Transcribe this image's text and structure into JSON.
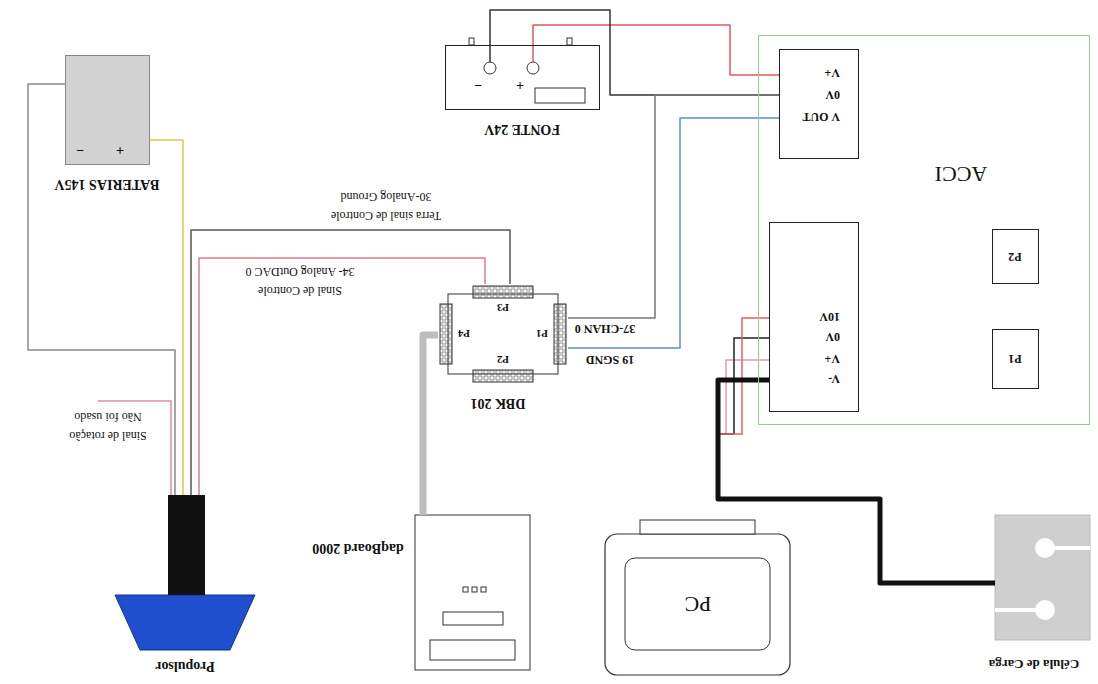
{
  "diagram": {
    "nodes": [
      {
        "text": [
          "ACCI"
        ]
      },
      {
        "text": [
          "V OUT",
          "0V",
          "V+"
        ],
        "in": 0
      },
      {
        "text": [
          "V-",
          "V+",
          "0V",
          "10V"
        ],
        "in": 0
      },
      {
        "text": [
          "P1"
        ],
        "in": 0
      },
      {
        "text": [
          "P2"
        ],
        "in": 0
      },
      {
        "text": [
          "FONTE 24V"
        ]
      },
      {
        "text": [
          "BATERIAS 145V"
        ]
      },
      {
        "text": [
          "DBK 201"
        ]
      },
      {
        "text": [
          "daqBoard 2000"
        ]
      },
      {
        "text": [
          "PC"
        ]
      },
      {
        "text": [
          "Célula de Carga"
        ]
      },
      {
        "text": [
          "Propulsor"
        ]
      }
    ],
    "edges": [
      {
        "from": 5,
        "to": 1,
        "arrow": "none"
      },
      {
        "from": 5,
        "to": 1,
        "arrow": "none"
      },
      {
        "from": 7,
        "to": 1,
        "arrow": "none",
        "label": "37-CHAN 0"
      },
      {
        "from": 7,
        "to": 1,
        "arrow": "none",
        "label": "19 SGND"
      },
      {
        "from": 10,
        "to": 2,
        "arrow": "none"
      },
      {
        "from": 7,
        "to": 8,
        "arrow": "none"
      },
      {
        "from": 7,
        "to": 11,
        "arrow": "none"
      },
      {
        "from": 7,
        "to": 11,
        "arrow": "none"
      },
      {
        "from": 6,
        "to": 11,
        "arrow": "none"
      },
      {
        "from": 6,
        "to": 11,
        "arrow": "none"
      }
    ],
    "labels": [
      "+",
      "−",
      "+",
      "−",
      "P1",
      "P2",
      "P3",
      "P4",
      "Sinal de Controle",
      "34- Analog OutDAC 0",
      "Terra sinal de Controle",
      "30-Analog Ground",
      "Sinal de rotação",
      "Não foi usado"
    ]
  }
}
